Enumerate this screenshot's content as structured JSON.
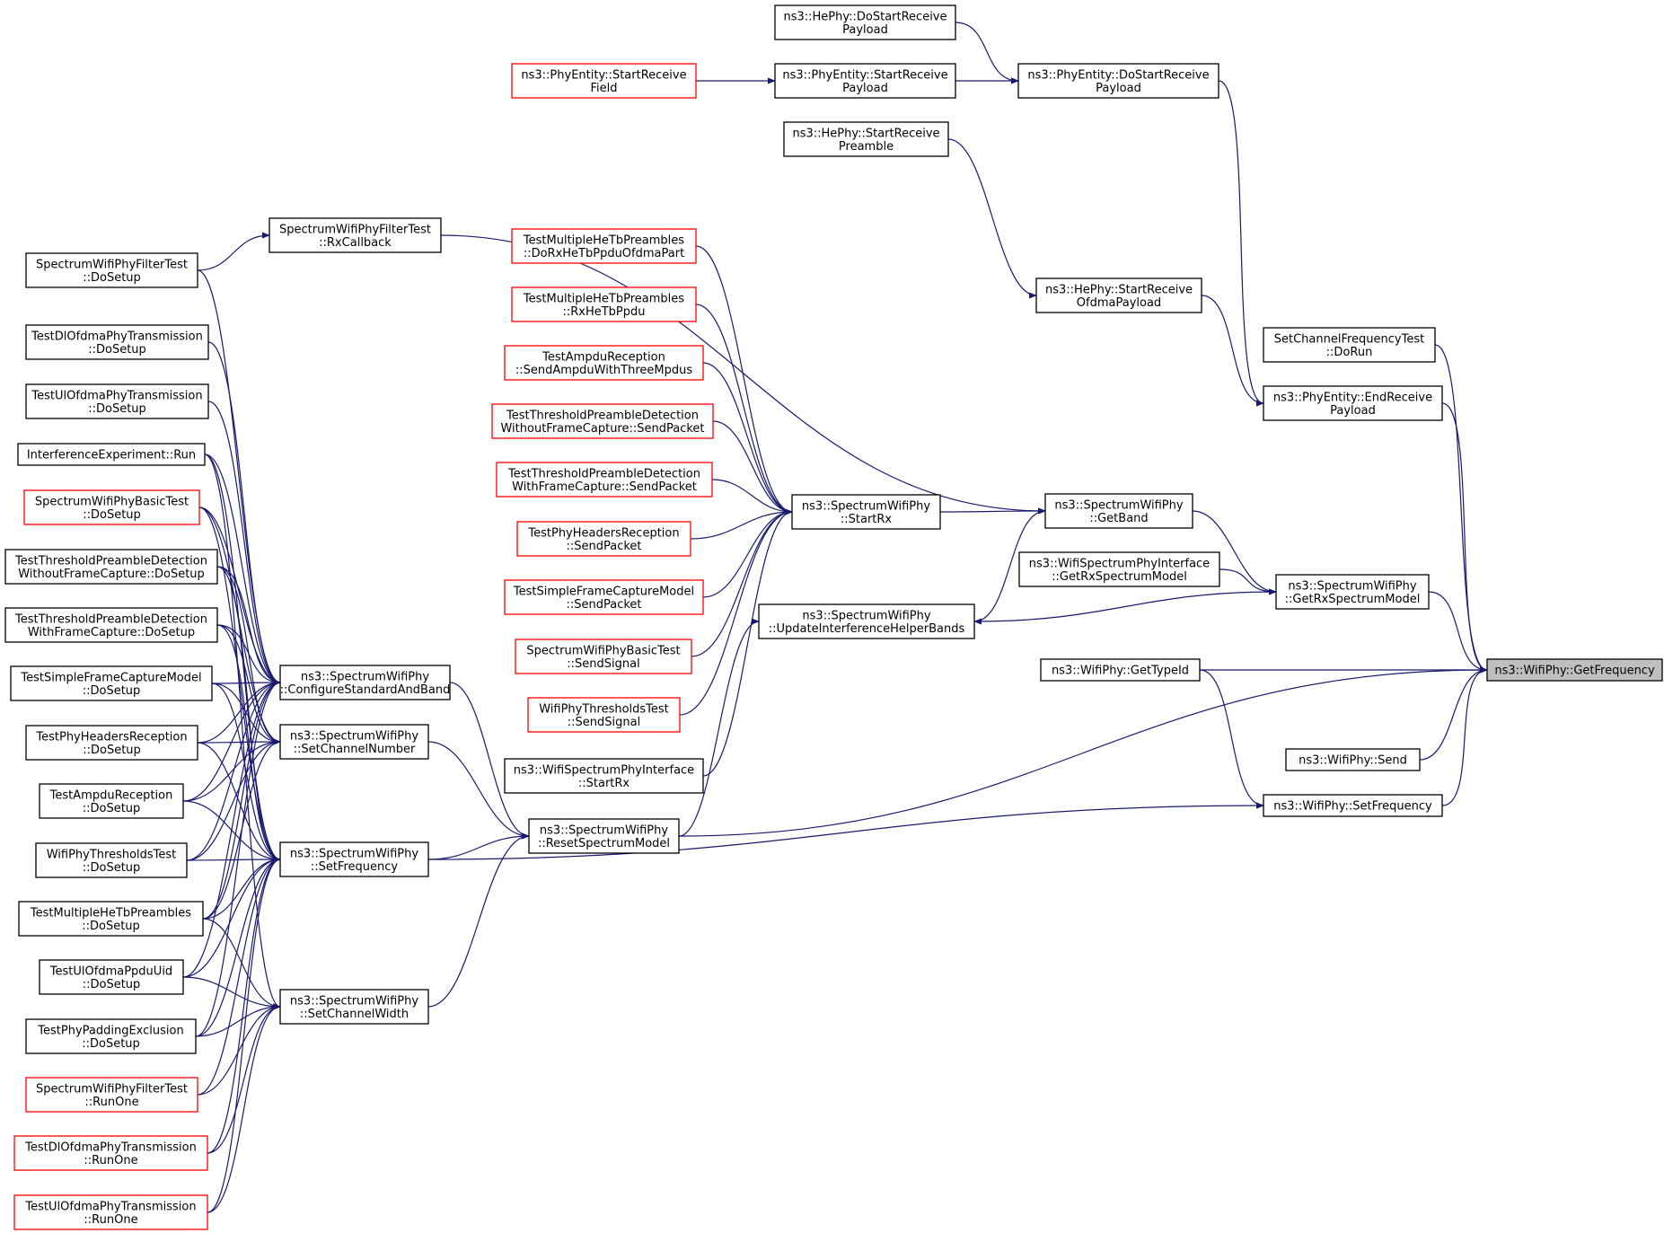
{
  "title": "ns3::WifiPhy::GetFrequency",
  "colors": {
    "edge": "#191970",
    "node_border": "#000000",
    "node_border_external": "#ff0000",
    "target_fill": "#bfbfbf"
  },
  "nodes": {
    "getfreq": {
      "lines": [
        "ns3::WifiPhy::GetFrequency"
      ],
      "kind": "target"
    },
    "chanfreq": {
      "lines": [
        "SetChannelFrequencyTest",
        "::DoRun"
      ]
    },
    "endrecv": {
      "lines": [
        "ns3::PhyEntity::EndReceive",
        "Payload"
      ]
    },
    "getrxsm": {
      "lines": [
        "ns3::SpectrumWifiPhy",
        "::GetRxSpectrumModel"
      ]
    },
    "gettypeid": {
      "lines": [
        "ns3::WifiPhy::GetTypeId"
      ]
    },
    "send": {
      "lines": [
        "ns3::WifiPhy::Send"
      ]
    },
    "setfreqwp": {
      "lines": [
        "ns3::WifiPhy::SetFrequency"
      ]
    },
    "hedostart": {
      "lines": [
        "ns3::HePhy::DoStartReceive",
        "Payload"
      ]
    },
    "pedostart": {
      "lines": [
        "ns3::PhyEntity::DoStartReceive",
        "Payload"
      ]
    },
    "pestartp": {
      "lines": [
        "ns3::PhyEntity::StartReceive",
        "Payload"
      ]
    },
    "pestartf": {
      "lines": [
        "ns3::PhyEntity::StartReceive",
        "Field"
      ],
      "kind": "external"
    },
    "hestartpre": {
      "lines": [
        "ns3::HePhy::StartReceive",
        "Preamble"
      ]
    },
    "hestartofd": {
      "lines": [
        "ns3::HePhy::StartReceive",
        "OfdmaPayload"
      ]
    },
    "getband": {
      "lines": [
        "ns3::SpectrumWifiPhy",
        "::GetBand"
      ]
    },
    "wspigetrx": {
      "lines": [
        "ns3::WifiSpectrumPhyInterface",
        "::GetRxSpectrumModel"
      ]
    },
    "updint": {
      "lines": [
        "ns3::SpectrumWifiPhy",
        "::UpdateInterferenceHelperBands"
      ]
    },
    "startrx": {
      "lines": [
        "ns3::SpectrumWifiPhy",
        "::StartRx"
      ]
    },
    "resetsm": {
      "lines": [
        "ns3::SpectrumWifiPhy",
        "::ResetSpectrumModel"
      ]
    },
    "wspistartrx": {
      "lines": [
        "ns3::WifiSpectrumPhyInterface",
        "::StartRx"
      ]
    },
    "t_dorxhetb": {
      "lines": [
        "TestMultipleHeTbPreambles",
        "::DoRxHeTbPpduOfdmaPart"
      ],
      "kind": "external"
    },
    "t_rxhetb": {
      "lines": [
        "TestMultipleHeTbPreambles",
        "::RxHeTbPpdu"
      ],
      "kind": "external"
    },
    "t_sendampdu": {
      "lines": [
        "TestAmpduReception",
        "::SendAmpduWithThreeMpdus"
      ],
      "kind": "external"
    },
    "t_tpdwo_send": {
      "lines": [
        "TestThresholdPreambleDetection",
        "WithoutFrameCapture::SendPacket"
      ],
      "kind": "external"
    },
    "t_tpdw_send": {
      "lines": [
        "TestThresholdPreambleDetection",
        "WithFrameCapture::SendPacket"
      ],
      "kind": "external"
    },
    "t_phr_send": {
      "lines": [
        "TestPhyHeadersReception",
        "::SendPacket"
      ],
      "kind": "external"
    },
    "t_sfcm_send": {
      "lines": [
        "TestSimpleFrameCaptureModel",
        "::SendPacket"
      ],
      "kind": "external"
    },
    "t_swpb_sendsig": {
      "lines": [
        "SpectrumWifiPhyBasicTest",
        "::SendSignal"
      ],
      "kind": "external"
    },
    "t_wpt_sendsig": {
      "lines": [
        "WifiPhyThresholdsTest",
        "::SendSignal"
      ],
      "kind": "external"
    },
    "swpft_rxcb": {
      "lines": [
        "SpectrumWifiPhyFilterTest",
        "::RxCallback"
      ]
    },
    "configstd": {
      "lines": [
        "ns3::SpectrumWifiPhy",
        "::ConfigureStandardAndBand"
      ]
    },
    "setchnum": {
      "lines": [
        "ns3::SpectrumWifiPhy",
        "::SetChannelNumber"
      ]
    },
    "setfreqs": {
      "lines": [
        "ns3::SpectrumWifiPhy",
        "::SetFrequency"
      ]
    },
    "setchwidth": {
      "lines": [
        "ns3::SpectrumWifiPhy",
        "::SetChannelWidth"
      ]
    },
    "l_swpft_dosetup": {
      "lines": [
        "SpectrumWifiPhyFilterTest",
        "::DoSetup"
      ]
    },
    "l_tdl_dosetup": {
      "lines": [
        "TestDlOfdmaPhyTransmission",
        "::DoSetup"
      ]
    },
    "l_tul_dosetup": {
      "lines": [
        "TestUlOfdmaPhyTransmission",
        "::DoSetup"
      ]
    },
    "l_interf": {
      "lines": [
        "InterferenceExperiment::Run"
      ]
    },
    "l_swpbt_dosetup": {
      "lines": [
        "SpectrumWifiPhyBasicTest",
        "::DoSetup"
      ],
      "kind": "external"
    },
    "l_tpdwo_dosetup": {
      "lines": [
        "TestThresholdPreambleDetection",
        "WithoutFrameCapture::DoSetup"
      ]
    },
    "l_tpdw_dosetup": {
      "lines": [
        "TestThresholdPreambleDetection",
        "WithFrameCapture::DoSetup"
      ]
    },
    "l_sfcm_dosetup": {
      "lines": [
        "TestSimpleFrameCaptureModel",
        "::DoSetup"
      ]
    },
    "l_phr_dosetup": {
      "lines": [
        "TestPhyHeadersReception",
        "::DoSetup"
      ]
    },
    "l_ampdu_dosetup": {
      "lines": [
        "TestAmpduReception",
        "::DoSetup"
      ]
    },
    "l_wpt_dosetup": {
      "lines": [
        "WifiPhyThresholdsTest",
        "::DoSetup"
      ]
    },
    "l_tmhtp_dosetup": {
      "lines": [
        "TestMultipleHeTbPreambles",
        "::DoSetup"
      ]
    },
    "l_tulppdu_dosetup": {
      "lines": [
        "TestUlOfdmaPpduUid",
        "::DoSetup"
      ]
    },
    "l_tppe_dosetup": {
      "lines": [
        "TestPhyPaddingExclusion",
        "::DoSetup"
      ]
    },
    "l_swpft_runone": {
      "lines": [
        "SpectrumWifiPhyFilterTest",
        "::RunOne"
      ],
      "kind": "external"
    },
    "l_tdl_runone": {
      "lines": [
        "TestDlOfdmaPhyTransmission",
        "::RunOne"
      ],
      "kind": "external"
    },
    "l_tul_runone": {
      "lines": [
        "TestUlOfdmaPhyTransmission",
        "::RunOne"
      ],
      "kind": "external"
    }
  },
  "edges": [
    [
      "chanfreq",
      "getfreq"
    ],
    [
      "endrecv",
      "getfreq"
    ],
    [
      "getrxsm",
      "getfreq"
    ],
    [
      "gettypeid",
      "getfreq"
    ],
    [
      "send",
      "getfreq"
    ],
    [
      "setfreqwp",
      "getfreq"
    ],
    [
      "resetsm",
      "getfreq"
    ],
    [
      "pedostart",
      "endrecv"
    ],
    [
      "hestartofd",
      "endrecv"
    ],
    [
      "hedostart",
      "pedostart"
    ],
    [
      "pestartp",
      "pedostart"
    ],
    [
      "pestartf",
      "pestartp"
    ],
    [
      "hestartpre",
      "hestartofd"
    ],
    [
      "getband",
      "getrxsm"
    ],
    [
      "wspigetrx",
      "getrxsm"
    ],
    [
      "getrxsm",
      "updint"
    ],
    [
      "startrx",
      "getband"
    ],
    [
      "updint",
      "getband"
    ],
    [
      "swpft_rxcb",
      "getband"
    ],
    [
      "resetsm",
      "updint"
    ],
    [
      "gettypeid",
      "setfreqwp"
    ],
    [
      "setfreqs",
      "setfreqwp"
    ],
    [
      "t_dorxhetb",
      "startrx"
    ],
    [
      "t_rxhetb",
      "startrx"
    ],
    [
      "t_sendampdu",
      "startrx"
    ],
    [
      "t_tpdwo_send",
      "startrx"
    ],
    [
      "t_tpdw_send",
      "startrx"
    ],
    [
      "t_phr_send",
      "startrx"
    ],
    [
      "t_sfcm_send",
      "startrx"
    ],
    [
      "t_swpb_sendsig",
      "startrx"
    ],
    [
      "t_wpt_sendsig",
      "startrx"
    ],
    [
      "wspistartrx",
      "startrx"
    ],
    [
      "configstd",
      "resetsm"
    ],
    [
      "setchnum",
      "resetsm"
    ],
    [
      "setfreqs",
      "resetsm"
    ],
    [
      "setchwidth",
      "resetsm"
    ],
    [
      "l_swpft_dosetup",
      "swpft_rxcb"
    ],
    [
      "l_swpft_dosetup",
      "configstd"
    ],
    [
      "l_tdl_dosetup",
      "configstd"
    ],
    [
      "l_tul_dosetup",
      "configstd"
    ],
    [
      "l_interf",
      "configstd"
    ],
    [
      "l_swpbt_dosetup",
      "configstd"
    ],
    [
      "l_tpdwo_dosetup",
      "configstd"
    ],
    [
      "l_tpdw_dosetup",
      "configstd"
    ],
    [
      "l_sfcm_dosetup",
      "configstd"
    ],
    [
      "l_phr_dosetup",
      "configstd"
    ],
    [
      "l_ampdu_dosetup",
      "configstd"
    ],
    [
      "l_wpt_dosetup",
      "configstd"
    ],
    [
      "l_tmhtp_dosetup",
      "configstd"
    ],
    [
      "l_tulppdu_dosetup",
      "configstd"
    ],
    [
      "l_tppe_dosetup",
      "configstd"
    ],
    [
      "l_swpbt_dosetup",
      "setchnum"
    ],
    [
      "l_tpdwo_dosetup",
      "setchnum"
    ],
    [
      "l_tpdw_dosetup",
      "setchnum"
    ],
    [
      "l_sfcm_dosetup",
      "setchnum"
    ],
    [
      "l_phr_dosetup",
      "setchnum"
    ],
    [
      "l_ampdu_dosetup",
      "setchnum"
    ],
    [
      "l_wpt_dosetup",
      "setchnum"
    ],
    [
      "l_tmhtp_dosetup",
      "setchnum"
    ],
    [
      "l_interf",
      "setfreqs"
    ],
    [
      "l_swpbt_dosetup",
      "setfreqs"
    ],
    [
      "l_tpdwo_dosetup",
      "setfreqs"
    ],
    [
      "l_tpdw_dosetup",
      "setfreqs"
    ],
    [
      "l_sfcm_dosetup",
      "setfreqs"
    ],
    [
      "l_phr_dosetup",
      "setfreqs"
    ],
    [
      "l_ampdu_dosetup",
      "setfreqs"
    ],
    [
      "l_wpt_dosetup",
      "setfreqs"
    ],
    [
      "l_tmhtp_dosetup",
      "setfreqs"
    ],
    [
      "l_tulppdu_dosetup",
      "setfreqs"
    ],
    [
      "l_tppe_dosetup",
      "setfreqs"
    ],
    [
      "l_swpft_runone",
      "setfreqs"
    ],
    [
      "l_tdl_runone",
      "setfreqs"
    ],
    [
      "l_tul_runone",
      "setfreqs"
    ],
    [
      "l_interf",
      "setchwidth"
    ],
    [
      "l_tmhtp_dosetup",
      "setchwidth"
    ],
    [
      "l_tulppdu_dosetup",
      "setchwidth"
    ],
    [
      "l_tppe_dosetup",
      "setchwidth"
    ],
    [
      "l_swpft_runone",
      "setchwidth"
    ],
    [
      "l_tdl_runone",
      "setchwidth"
    ],
    [
      "l_tul_runone",
      "setchwidth"
    ]
  ]
}
